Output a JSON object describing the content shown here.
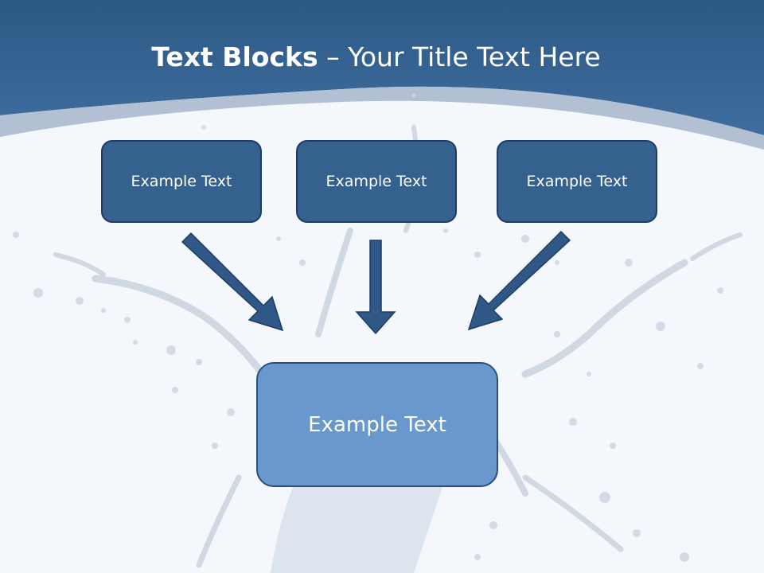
{
  "title": {
    "bold": "Text Blocks",
    "separator": " – ",
    "rest": "Your Title Text Here"
  },
  "boxes": {
    "left": "Example Text",
    "middle": "Example Text",
    "right": "Example Text",
    "center": "Example Text"
  },
  "colors": {
    "header": "#3a6797",
    "box_fill": "#35618f",
    "box_border": "#1f3c63",
    "center_box_fill": "#6898cc",
    "arrow": "#2f5886",
    "background": "#f4f7fb"
  }
}
